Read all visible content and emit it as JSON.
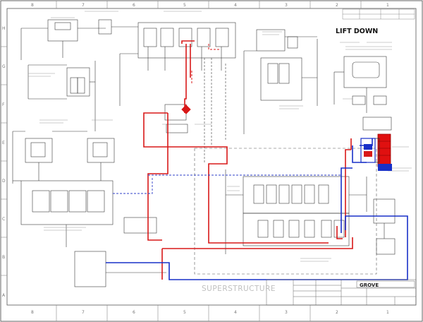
{
  "diagram": {
    "heading": "LIFT DOWN",
    "watermark": "SUPERSTRUCTURE",
    "company": "GROVE",
    "border_columns_top": [
      "8",
      "7",
      "6",
      "5",
      "4",
      "3",
      "2",
      "1"
    ],
    "border_rows_left": [
      "H",
      "G",
      "F",
      "E",
      "D",
      "C",
      "B",
      "A"
    ],
    "colors": {
      "pressure": "#d81818",
      "return": "#1830c8",
      "line": "#333333",
      "cylinder": "#e01010"
    }
  }
}
